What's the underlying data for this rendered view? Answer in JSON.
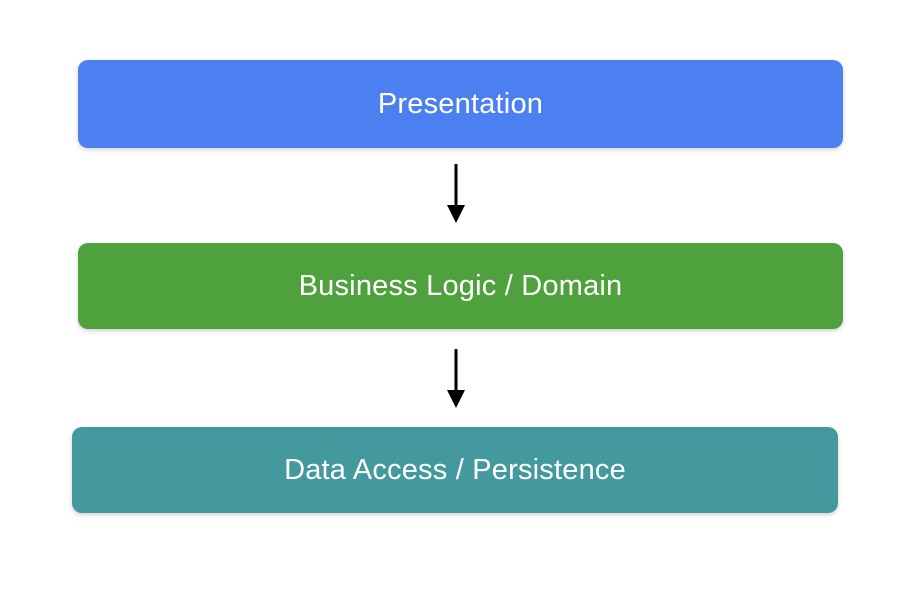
{
  "diagram": {
    "background": "#ffffff",
    "arrow_color": "#000000",
    "layers": [
      {
        "label": "Presentation",
        "fill": "#4c80f0",
        "text_color": "#ffffff"
      },
      {
        "label": "Business Logic / Domain",
        "fill": "#4ea13c",
        "text_color": "#ffffff"
      },
      {
        "label": "Data Access / Persistence",
        "fill": "#44999e",
        "text_color": "#ffffff"
      }
    ],
    "arrows": [
      {
        "from": "Presentation",
        "to": "Business Logic / Domain",
        "direction": "down"
      },
      {
        "from": "Business Logic / Domain",
        "to": "Data Access / Persistence",
        "direction": "down"
      }
    ]
  }
}
